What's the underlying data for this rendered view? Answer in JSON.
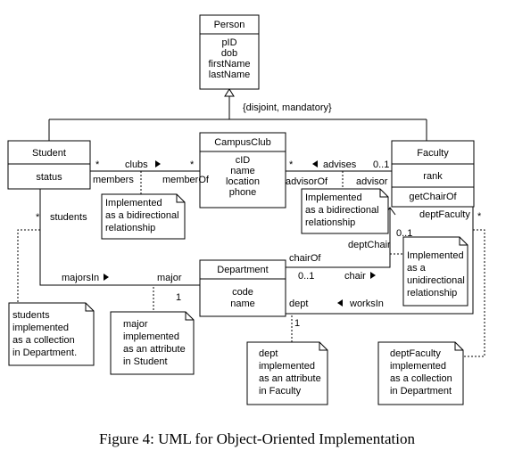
{
  "classes": {
    "person": {
      "name": "Person",
      "attrs": [
        "pID",
        "dob",
        "firstName",
        "lastName"
      ]
    },
    "student": {
      "name": "Student",
      "attrs": [
        "status"
      ]
    },
    "campusclub": {
      "name": "CampusClub",
      "attrs": [
        "cID",
        "name",
        "location",
        "phone"
      ]
    },
    "faculty": {
      "name": "Faculty",
      "attrs": [
        "rank"
      ],
      "ops": [
        "getChairOf"
      ]
    },
    "department": {
      "name": "Department",
      "attrs": [
        "code",
        "name"
      ]
    }
  },
  "constraint": "{disjoint, mandatory}",
  "labels": {
    "clubs": "clubs",
    "members": "members",
    "memberOf": "memberOf",
    "advises": "advises",
    "advisorOf": "advisorOf",
    "advisor": "advisor",
    "students": "students",
    "majorsIn": "majorsIn",
    "major": "major",
    "chairOf": "chairOf",
    "deptChair": "deptChair",
    "chair": "chair",
    "deptFaculty": "deptFaculty",
    "dept": "dept",
    "worksIn": "worksIn"
  },
  "multiplicities": {
    "student_clubs": "*",
    "club_members": "*",
    "club_advises": "*",
    "faculty_advises": "0..1",
    "student_students": "*",
    "dept_major": "1",
    "chair_dept": "0..1",
    "faculty_deptChair": "0..1",
    "faculty_deptFaculty": "*",
    "dept_works": "1"
  },
  "notes": {
    "clubs": [
      "Implemented",
      "as a bidirectional",
      "relationship"
    ],
    "advises": [
      "Implemented",
      "as a bidirectional",
      "relationship"
    ],
    "chair": [
      "Implemented",
      "as a",
      "unidirectional",
      "relationship"
    ],
    "students": [
      "students",
      "implemented",
      "as a collection",
      "in Department."
    ],
    "major": [
      "major",
      "implemented",
      "as an attribute",
      "in Student"
    ],
    "dept": [
      "dept",
      "implemented",
      "as an attribute",
      "in Faculty"
    ],
    "deptFaculty": [
      "deptFaculty",
      "implemented",
      "as a collection",
      "in Department"
    ]
  },
  "caption": "Figure 4: UML for Object-Oriented Implementation"
}
